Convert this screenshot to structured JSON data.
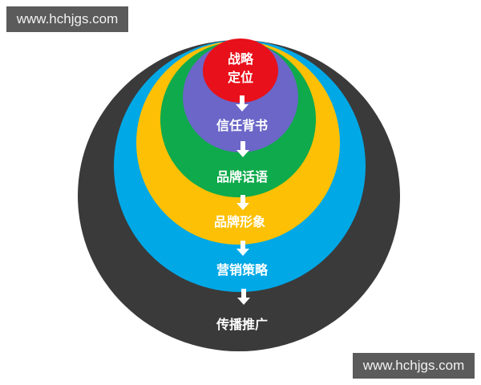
{
  "watermarks": {
    "top": "www.hchjgs.com",
    "bottom": "www.hchjgs.com"
  },
  "diagram": {
    "title": "",
    "layers": [
      {
        "id": "outer",
        "label": "传播推广",
        "color": "#3a3a3a"
      },
      {
        "id": "blue",
        "label": "营销策略",
        "color": "#00a8e6"
      },
      {
        "id": "yellow",
        "label": "品牌形象",
        "color": "#fdc004"
      },
      {
        "id": "green",
        "label": "品牌话语",
        "color": "#0faa4b"
      },
      {
        "id": "purple",
        "label": "信任背书",
        "color": "#6b66c8"
      },
      {
        "id": "red",
        "label_line1": "战略",
        "label_line2": "定位",
        "color": "#e8101a"
      }
    ],
    "flow_order": [
      "战略定位",
      "信任背书",
      "品牌话语",
      "品牌形象",
      "营销策略",
      "传播推广"
    ],
    "arrow_color": "#ffffff"
  }
}
